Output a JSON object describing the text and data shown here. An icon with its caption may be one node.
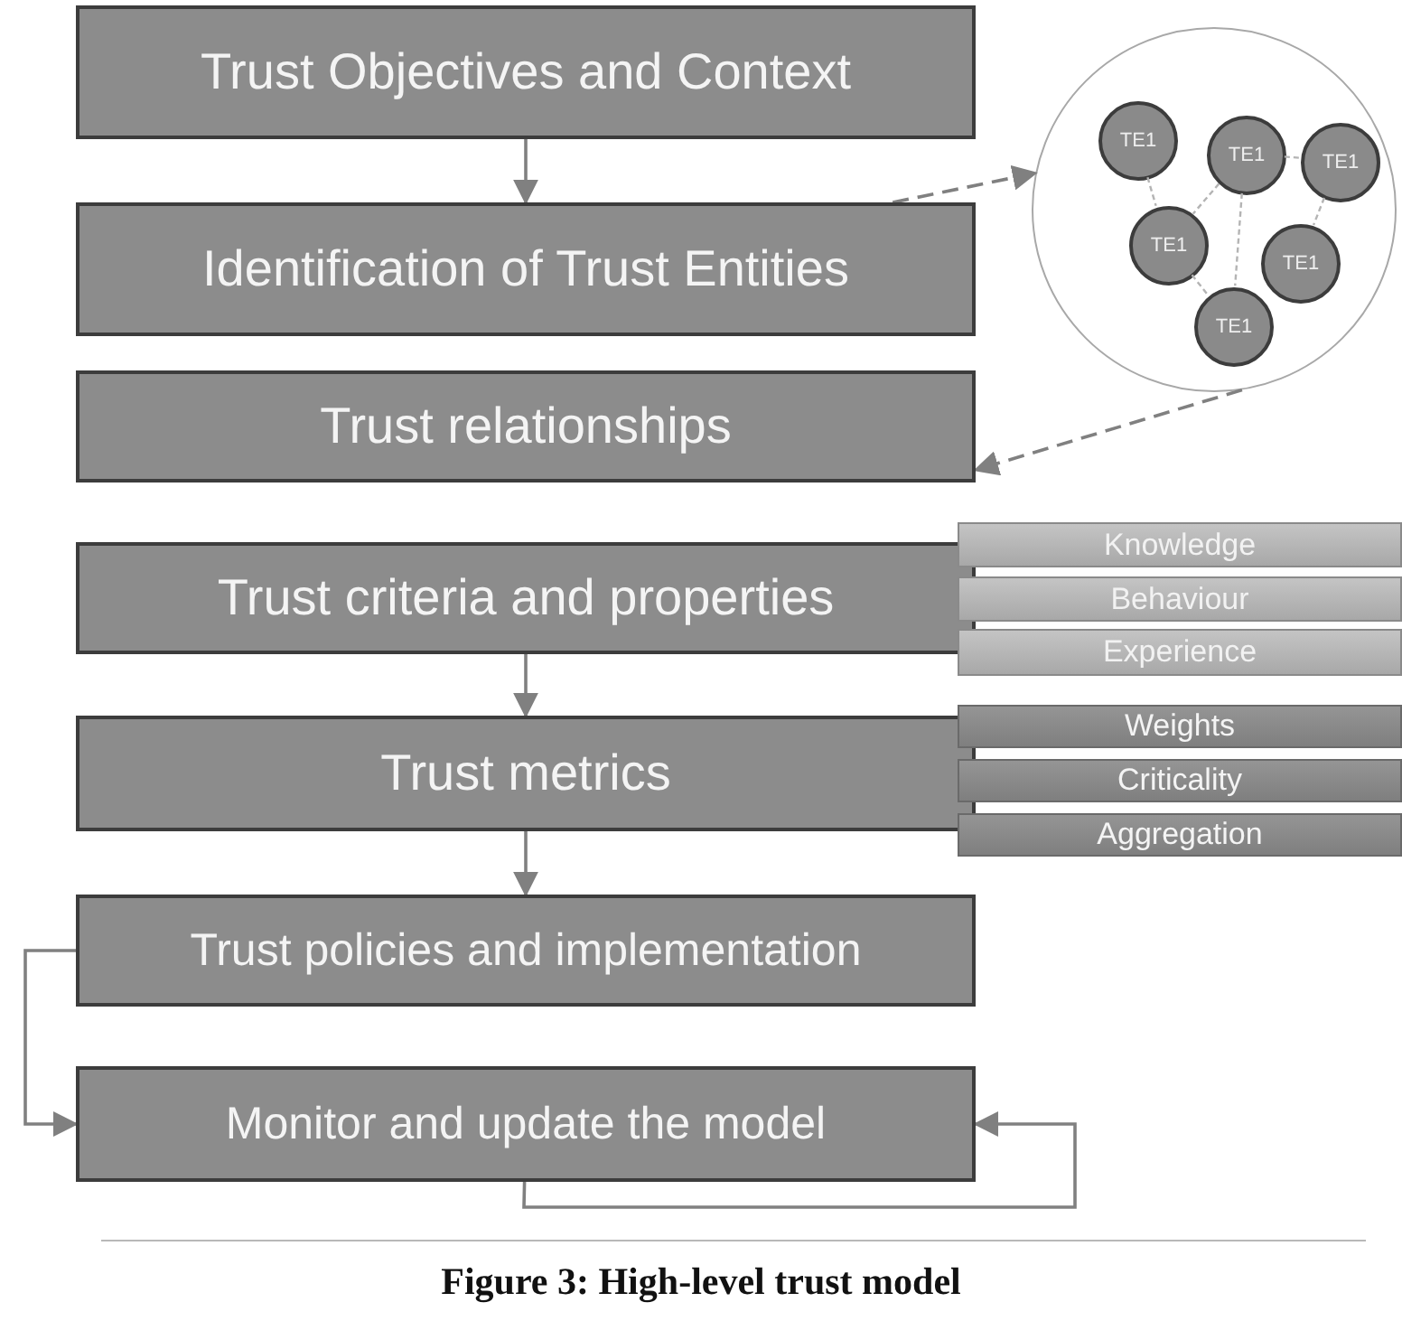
{
  "diagram": {
    "caption": "Figure 3: High-level trust model",
    "nodes": [
      {
        "text": [
          "Trust Objectives and Context"
        ]
      },
      {
        "text": [
          "Identification of Trust Entities"
        ]
      },
      {
        "text": [],
        "shape": "circle"
      },
      {
        "text": [
          "TE1"
        ],
        "in": 2
      },
      {
        "text": [
          "TE1"
        ],
        "in": 2
      },
      {
        "text": [
          "TE1"
        ],
        "in": 2
      },
      {
        "text": [
          "TE1"
        ],
        "in": 2
      },
      {
        "text": [
          "TE1"
        ],
        "in": 2
      },
      {
        "text": [
          "TE1"
        ],
        "in": 2
      },
      {
        "text": [
          "Trust relationships"
        ]
      },
      {
        "text": [
          "Trust criteria and properties"
        ]
      },
      {
        "text": [
          "Knowledge"
        ]
      },
      {
        "text": [
          "Behaviour"
        ]
      },
      {
        "text": [
          "Experience"
        ]
      },
      {
        "text": [
          "Trust metrics"
        ]
      },
      {
        "text": [
          "Weights"
        ]
      },
      {
        "text": [
          "Criticality"
        ]
      },
      {
        "text": [
          "Aggregation"
        ]
      },
      {
        "text": [
          "Trust policies and implementation"
        ]
      },
      {
        "text": [
          "Monitor and update the model"
        ]
      }
    ],
    "edges": [
      {
        "from": 0,
        "to": 1,
        "arrow": "to"
      },
      {
        "from": 1,
        "to": 2,
        "arrow": "to",
        "style": "dashed"
      },
      {
        "from": 2,
        "to": 9,
        "arrow": "to",
        "style": "dashed"
      },
      {
        "from": 3,
        "to": 6,
        "arrow": "none",
        "style": "dashed",
        "color": "#b4b4b4"
      },
      {
        "from": 4,
        "to": 5,
        "arrow": "none",
        "style": "dashed",
        "color": "#b4b4b4"
      },
      {
        "from": 4,
        "to": 6,
        "arrow": "none",
        "style": "dashed",
        "color": "#b4b4b4"
      },
      {
        "from": 4,
        "to": 8,
        "arrow": "none",
        "style": "dashed",
        "color": "#b4b4b4"
      },
      {
        "from": 5,
        "to": 7,
        "arrow": "none",
        "style": "dashed",
        "color": "#b4b4b4"
      },
      {
        "from": 6,
        "to": 8,
        "arrow": "none",
        "style": "dashed",
        "color": "#b4b4b4"
      },
      {
        "from": 10,
        "to": 14,
        "arrow": "to"
      },
      {
        "from": 14,
        "to": 18,
        "arrow": "to"
      },
      {
        "from": 18,
        "to": 19,
        "arrow": "to"
      },
      {
        "from": 19,
        "to": 19,
        "arrow": "to"
      }
    ]
  }
}
